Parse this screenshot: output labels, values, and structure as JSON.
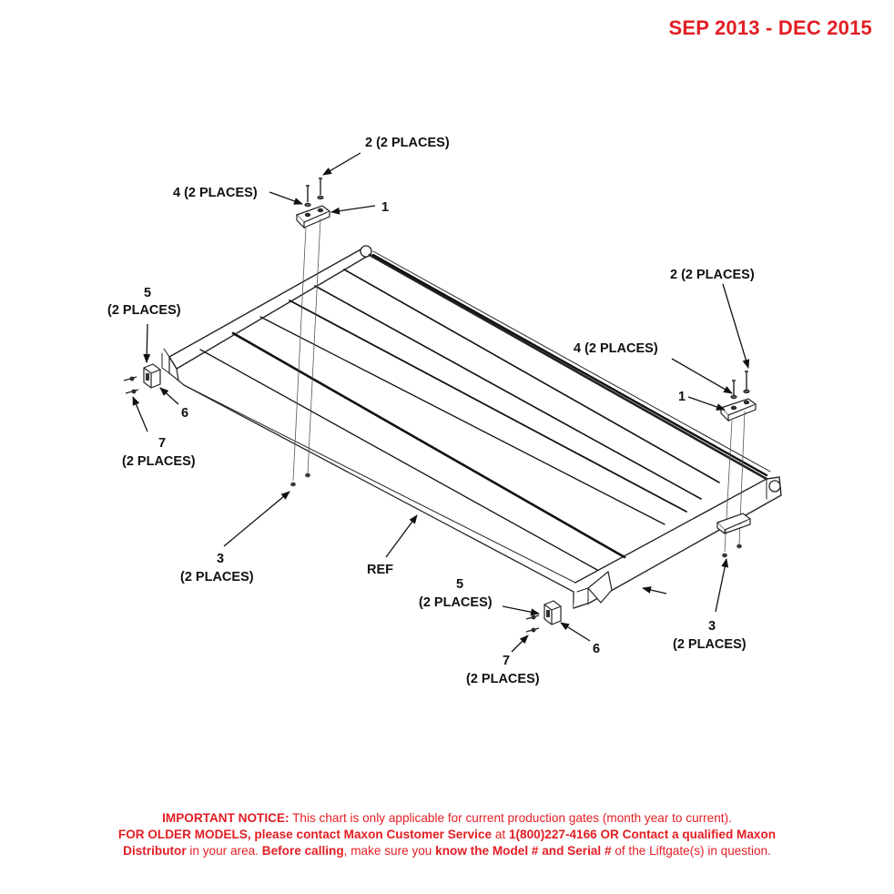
{
  "header": {
    "date_range": "SEP 2013 - DEC 2015"
  },
  "callouts": {
    "c1_left": "1",
    "c2_left": "2 (2 PLACES)",
    "c4_left": "4 (2 PLACES)",
    "c5_left_num": "5",
    "c5_left_places": "(2 PLACES)",
    "c6_left": "6",
    "c7_left_num": "7",
    "c7_left_places": "(2 PLACES)",
    "c3_left_num": "3",
    "c3_left_places": "(2 PLACES)",
    "ref": "REF",
    "c2_right": "2 (2 PLACES)",
    "c4_right": "4 (2 PLACES)",
    "c1_right": "1",
    "c5_right_num": "5",
    "c5_right_places": "(2 PLACES)",
    "c6_right": "6",
    "c7_right_num": "7",
    "c7_right_places": "(2 PLACES)",
    "c3_right_num": "3",
    "c3_right_places": "(2 PLACES)"
  },
  "notice": {
    "l1_bold": "IMPORTANT NOTICE:",
    "l1_text": " This chart is only applicable for current production gates (month year to current).",
    "l2_bold1": "FOR OLDER MODELS, please contact Maxon Customer Service",
    "l2_text1": " at ",
    "l2_bold2": "1(800)227-4166 OR Contact a qualified Maxon",
    "l3_bold1": "Distributor",
    "l3_text1": " in your area. ",
    "l3_bold2": "Before calling",
    "l3_text2": ", make sure you ",
    "l3_bold3": "know the Model # and Serial #",
    "l3_text3": " of the Liftgate(s) in question."
  }
}
